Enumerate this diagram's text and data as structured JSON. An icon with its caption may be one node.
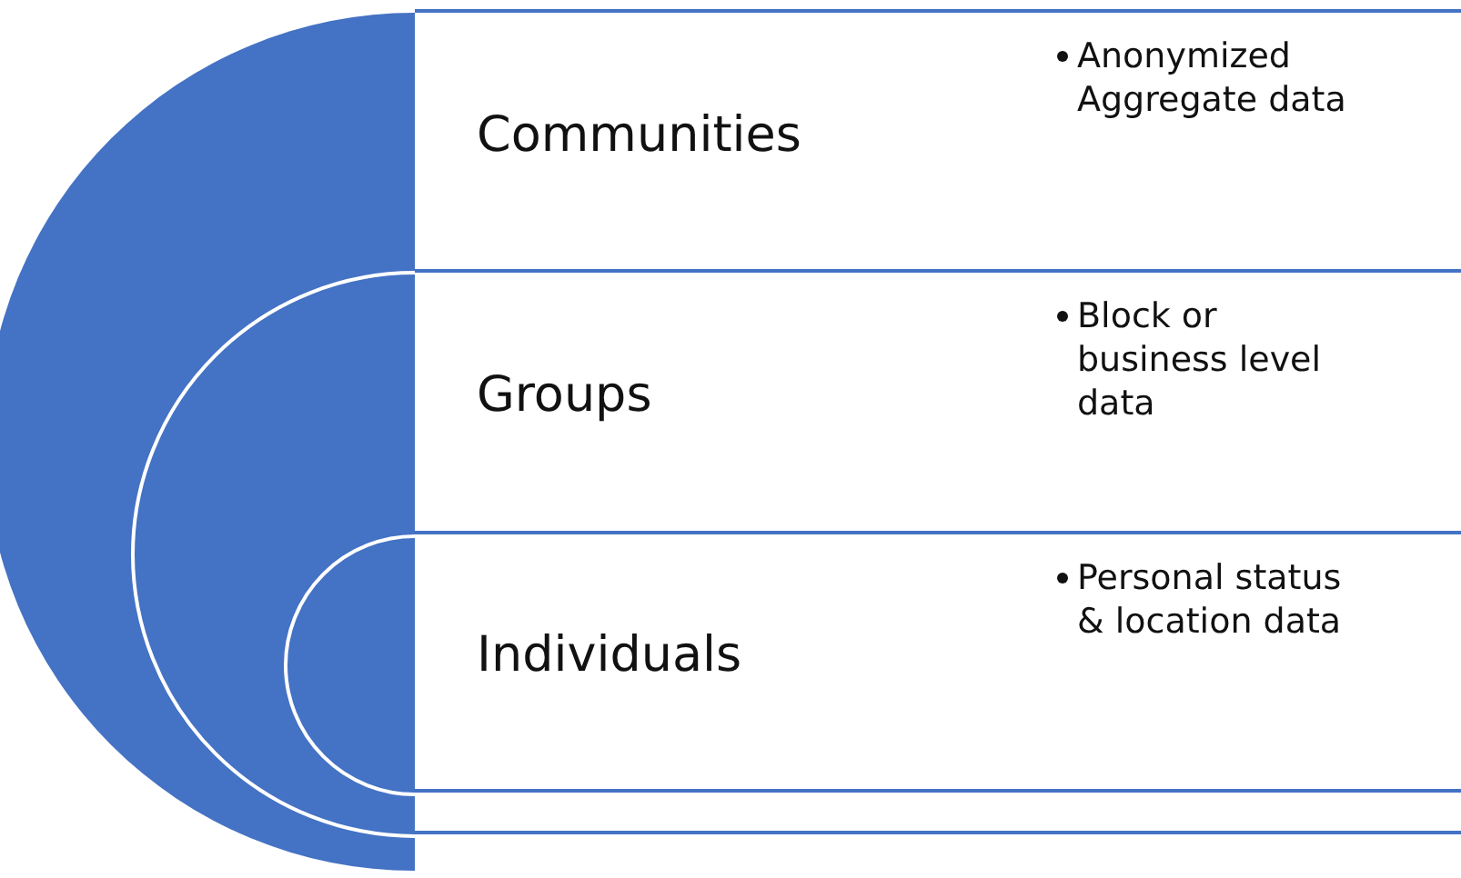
{
  "diagram": {
    "nodes": [
      {
        "text": [
          "Communities",
          "Anonymized Aggregate data"
        ]
      },
      {
        "text": [
          "Groups",
          "Block or business level data"
        ]
      },
      {
        "text": [
          "Individuals",
          "Personal status & location data"
        ]
      },
      {
        "text": [],
        "shape": "box"
      },
      {
        "text": [],
        "shape": "box"
      }
    ]
  }
}
